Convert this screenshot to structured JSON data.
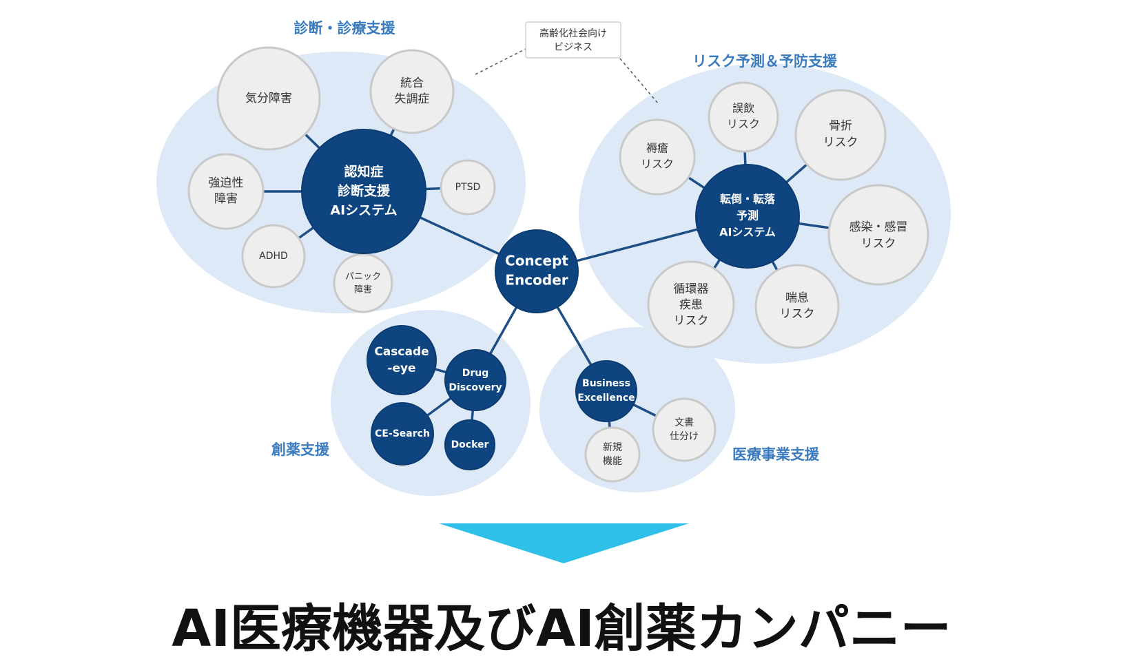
{
  "clusters": {
    "diagnosis": {
      "title": "診断・診療支援"
    },
    "risk": {
      "title": "リスク予測＆予防支援"
    },
    "drug": {
      "title": "創薬支援"
    },
    "business": {
      "title": "医療事業支援"
    }
  },
  "callout": {
    "line1": "高齢化社会向け",
    "line2": "ビジネス"
  },
  "center": {
    "line1": "Concept",
    "line2": "Encoder"
  },
  "diagnosis_hub": {
    "line1": "認知症",
    "line2": "診断支援",
    "line3": "AIシステム"
  },
  "diagnosis_nodes": {
    "mood": {
      "line1": "気分障害"
    },
    "schizo": {
      "line1": "統合",
      "line2": "失調症"
    },
    "ocd": {
      "line1": "強迫性",
      "line2": "障害"
    },
    "ptsd": {
      "line1": "PTSD"
    },
    "adhd": {
      "line1": "ADHD"
    },
    "panic": {
      "line1": "パニック",
      "line2": "障害"
    }
  },
  "risk_hub": {
    "line1": "転倒・転落",
    "line2": "予測",
    "line3": "AIシステム"
  },
  "risk_nodes": {
    "pressure": {
      "line1": "褥瘡",
      "line2": "リスク"
    },
    "aspiration": {
      "line1": "誤飲",
      "line2": "リスク"
    },
    "fracture": {
      "line1": "骨折",
      "line2": "リスク"
    },
    "infection": {
      "line1": "感染・感冒",
      "line2": "リスク"
    },
    "asthma": {
      "line1": "喘息",
      "line2": "リスク"
    },
    "circulatory": {
      "line1": "循環器",
      "line2": "疾患",
      "line3": "リスク"
    }
  },
  "drug_nodes": {
    "cascade": {
      "line1": "Cascade",
      "line2": "-eye"
    },
    "drug_discovery": {
      "line1": "Drug",
      "line2": "Discovery"
    },
    "ce_search": {
      "line1": "CE-Search"
    },
    "docker": {
      "line1": "Docker"
    }
  },
  "business_nodes": {
    "excellence": {
      "line1": "Business",
      "line2": "Excellence"
    },
    "documents": {
      "line1": "文書",
      "line2": "仕分け"
    },
    "new_feature": {
      "line1": "新規",
      "line2": "機能"
    }
  },
  "headline": "AI医療機器及びAI創薬カンパニー",
  "colors": {
    "accent_blue": "#3a7bbf",
    "node_dark": "#0e4580",
    "cluster_bg": "#dde9f6",
    "arrow_cyan": "#2fc0ea"
  }
}
